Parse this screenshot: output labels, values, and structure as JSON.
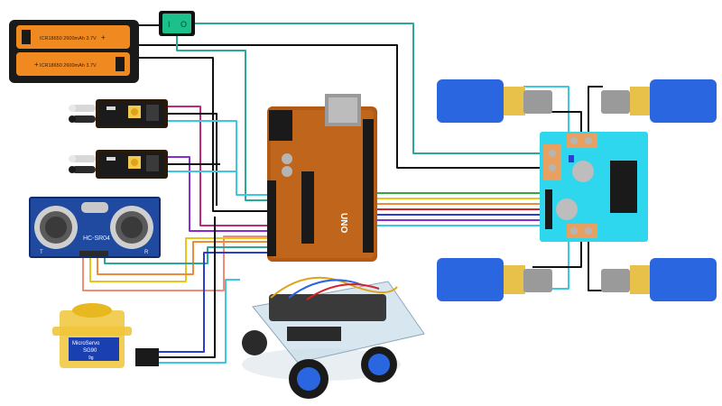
{
  "battery_pack": {
    "cell_top_label": "ICR18650 2600mAh 3.7V",
    "cell_bottom_label": "ICR18650 2600mAh 3.7V",
    "cell_top_polarity": "+",
    "cell_bottom_polarity": "+",
    "cell_color": "#f08a20"
  },
  "power_switch": {
    "on_symbol": "I",
    "off_symbol": "O",
    "color": "#1bc08a"
  },
  "arduino": {
    "logo_text": "UNO",
    "board_color": "#b35a14"
  },
  "ultrasonic_sensor": {
    "model_label": "HC-SR04",
    "pin_left_label": "T",
    "pin_right_label": "R"
  },
  "servo": {
    "brand_label": "MicroServo",
    "model_label": "SG90",
    "voltage_label": "9g"
  },
  "motor_driver": {
    "board_color": "#2ed6ee"
  },
  "motors": {
    "body_color": "#2a66e0",
    "count": 4
  },
  "wire_colors": {
    "red": "#d2232a",
    "black": "#111111",
    "teal": "#2aa89a",
    "cyan": "#3cc8e0",
    "yellow": "#e7c51a",
    "orange": "#f08a3a",
    "green": "#36a640",
    "blue": "#2a3fd0",
    "purple": "#8a2bd0",
    "magenta": "#c0287a",
    "salmon": "#f08c78"
  }
}
